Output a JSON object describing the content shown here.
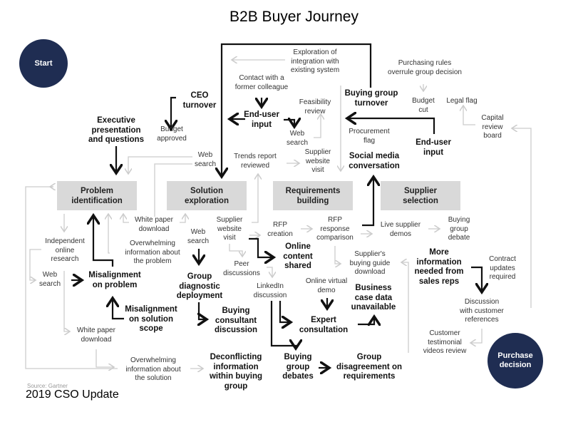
{
  "title": "B2B Buyer Journey",
  "source": "Source: Gartner",
  "footer": "2019 CSO Update",
  "colors": {
    "circle": "#1f2d52",
    "stage": "#d9d9d9",
    "major_arrow": "#111111",
    "minor_arrow": "#cccccc"
  },
  "start": "Start",
  "end": "Purchase\ndecision",
  "stages": [
    "Problem\nidentification",
    "Solution\nexploration",
    "Requirements\nbuilding",
    "Supplier\nselection"
  ],
  "major_events": {
    "ceo_turnover": "CEO\nturnover",
    "exec_presentation": "Executive\npresentation\nand questions",
    "end_user_input_1": "End-user\ninput",
    "buying_group_turnover": "Buying group\nturnover",
    "end_user_input_2": "End-user\ninput",
    "social_media": "Social media\nconversation",
    "misalignment_problem": "Misalignment\non problem",
    "misalignment_scope": "Misalignment\non solution\nscope",
    "group_diagnostic": "Group\ndiagnostic\ndeployment",
    "buying_consultant": "Buying\nconsultant\ndiscussion",
    "online_content": "Online\ncontent\nshared",
    "expert_consultation": "Expert\nconsultation",
    "business_case": "Business\ncase data\nunavailable",
    "more_info": "More\ninformation\nneeded from\nsales reps",
    "deconflicting": "Deconflicting\ninformation\nwithin buying\ngroup",
    "buying_group_debates": "Buying\ngroup\ndebates",
    "group_disagreement": "Group\ndisagreement on\nrequirements"
  },
  "minor_events": {
    "exploration_integration": "Exploration of\nintegration with\nexisting system",
    "contact_colleague": "Contact with a\nformer colleague",
    "feasibility": "Feasibility\nreview",
    "web_search_1": "Web\nsearch",
    "budget_approved": "Budget\napproved",
    "web_search_2": "Web\nsearch",
    "trends_report": "Trends report\nreviewed",
    "supplier_site_1": "Supplier\nwebsite\nvisit",
    "purchasing_rules": "Purchasing rules\noverrule group decision",
    "budget_cut": "Budget\ncut",
    "legal_flag": "Legal flag",
    "capital_review": "Capital\nreview\nboard",
    "procurement_flag": "Procurement\nflag",
    "white_paper_1": "White paper\ndownload",
    "independent_research": "Independent\nonline\nresearch",
    "overwhelming_problem": "Overwhelming\ninformation about\nthe problem",
    "web_search_3": "Web\nsearch",
    "web_search_4": "Web\nsearch",
    "supplier_site_2": "Supplier\nwebsite\nvisit",
    "rfp_creation": "RFP\ncreation",
    "rfp_comparison": "RFP\nresponse\ncomparison",
    "live_demos": "Live supplier\ndemos",
    "buying_group_debate": "Buying\ngroup\ndebate",
    "peer_discussions": "Peer\ndiscussions",
    "supplier_guide": "Supplier's\nbuying guide\ndownload",
    "contract_updates": "Contract\nupdates\nrequired",
    "linkedin": "LinkedIn\ndiscussion",
    "online_demo": "Online virtual\ndemo",
    "discussion_refs": "Discussion\nwith customer\nreferences",
    "white_paper_2": "White paper\ndownload",
    "customer_testimonial": "Customer\ntestimonial\nvideos review",
    "overwhelming_solution": "Overwhelming\ninformation about\nthe solution"
  }
}
